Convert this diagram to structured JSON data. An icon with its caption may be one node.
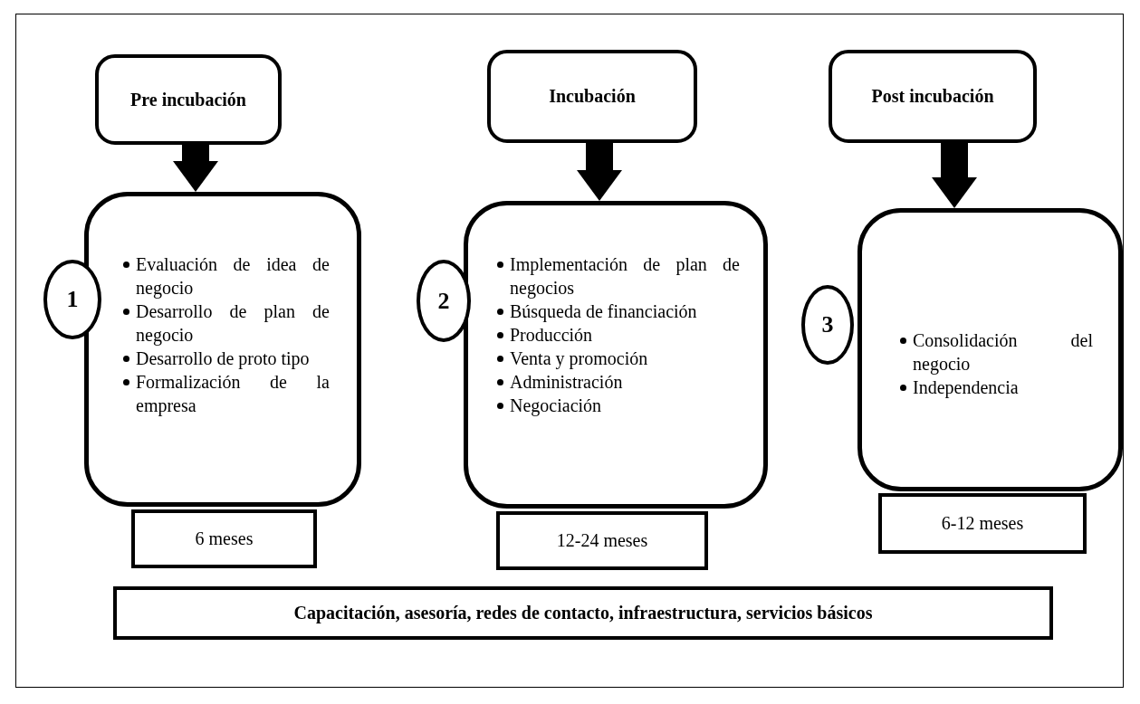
{
  "diagram": {
    "nodes": [
      {
        "text": [
          "Pre incubación"
        ]
      },
      {
        "text": [
          "Evaluación de idea de negocio",
          "Desarrollo de plan de negocio",
          "Desarrollo de proto tipo",
          "Formalización de la empresa"
        ]
      },
      {
        "text": [
          "1"
        ]
      },
      {
        "text": [
          "6 meses"
        ]
      },
      {
        "text": [
          "Incubación"
        ]
      },
      {
        "text": [
          "Implementación de plan de negocios",
          "Búsqueda de financiación",
          "Producción",
          "Venta y promoción",
          "Administración",
          "Negociación"
        ]
      },
      {
        "text": [
          "2"
        ]
      },
      {
        "text": [
          "12-24 meses"
        ]
      },
      {
        "text": [
          "Post incubación"
        ]
      },
      {
        "text": [
          "Consolidación del negocio",
          "Independencia"
        ]
      },
      {
        "text": [
          "3"
        ]
      },
      {
        "text": [
          "6-12 meses"
        ]
      },
      {
        "text": [
          "Capacitación, asesoría, redes de contacto, infraestructura, servicios básicos"
        ]
      }
    ],
    "edges": [
      {
        "from": 0,
        "to": 1,
        "arrow": "to"
      },
      {
        "from": 4,
        "to": 5,
        "arrow": "to"
      },
      {
        "from": 8,
        "to": 9,
        "arrow": "to"
      }
    ]
  }
}
